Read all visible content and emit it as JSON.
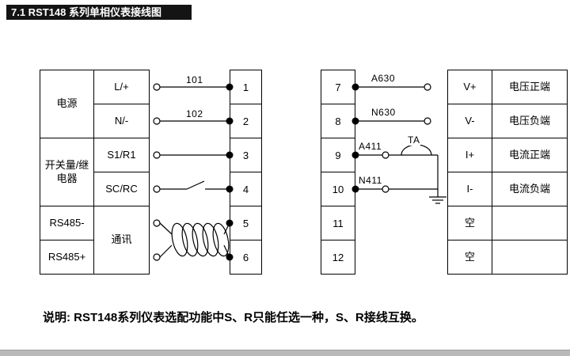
{
  "header": {
    "title": "7.1 RST148 系列单相仪表接线图"
  },
  "left_device": {
    "power_group": "电源",
    "switch_group": "开关量/继电器",
    "rs485_minus": "RS485-",
    "rs485_plus": "RS485+",
    "comm_group": "通讯",
    "pins": {
      "l": "L/+",
      "n": "N/-",
      "s1": "S1/R1",
      "sc": "SC/RC"
    }
  },
  "left_terminal_strip": {
    "numbers": [
      "1",
      "2",
      "3",
      "4",
      "5",
      "6"
    ]
  },
  "left_wires": {
    "wire1": "101",
    "wire2": "102"
  },
  "right_terminal_strip": {
    "numbers": [
      "7",
      "8",
      "9",
      "10",
      "11",
      "12"
    ]
  },
  "right_wires": {
    "wire7": "A630",
    "wire8": "N630",
    "wire9": "A411",
    "wire10": "N411",
    "ct_label": "TA"
  },
  "right_device": {
    "rows": [
      {
        "pin": "V+",
        "desc": "电压正端"
      },
      {
        "pin": "V-",
        "desc": "电压负端"
      },
      {
        "pin": "I+",
        "desc": "电流正端"
      },
      {
        "pin": "I-",
        "desc": "电流负端"
      },
      {
        "pin": "空",
        "desc": ""
      },
      {
        "pin": "空",
        "desc": ""
      }
    ]
  },
  "note": "说明: RST148系列仪表选配功能中S、R只能任选一种，S、R接线互换。"
}
